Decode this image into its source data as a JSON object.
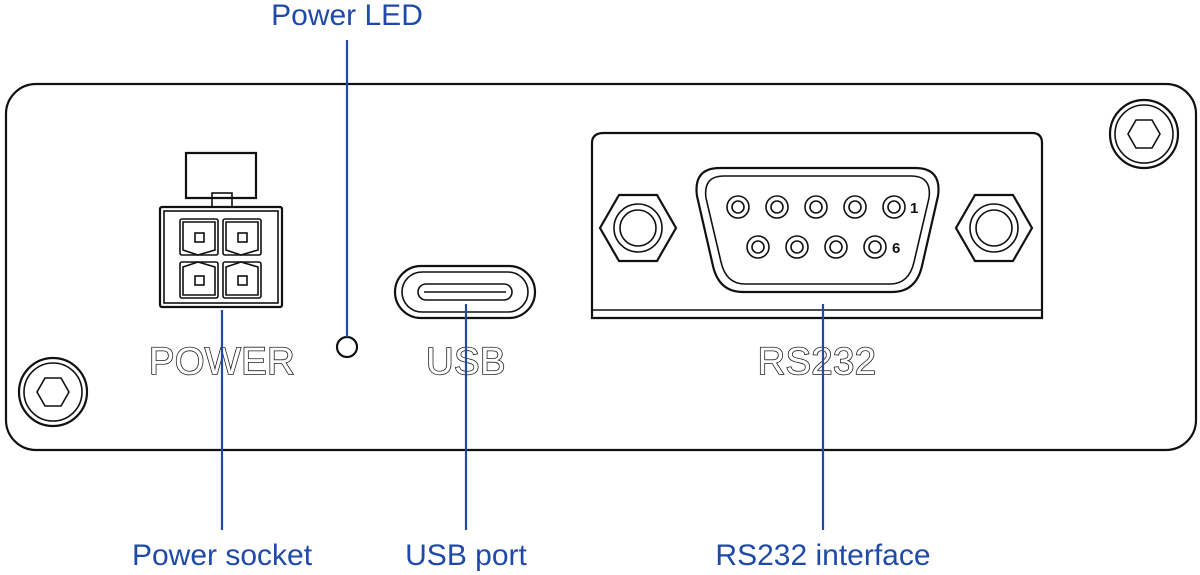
{
  "panel_labels": {
    "power": "POWER",
    "usb": "USB",
    "rs232": "RS232"
  },
  "callouts": {
    "power_led": "Power LED",
    "power_socket": "Power socket",
    "usb_port": "USB port",
    "rs232_interface": "RS232 interface"
  },
  "rs232_pins": {
    "first": "1",
    "sixth": "6"
  },
  "colors": {
    "callout": "#1f4aa8",
    "outline": "#111111"
  }
}
